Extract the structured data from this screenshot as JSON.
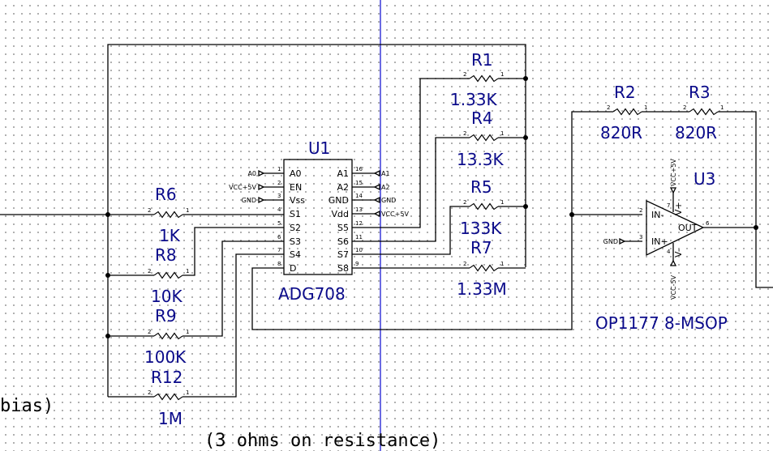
{
  "u1": {
    "ref": "U1",
    "value": "ADG708",
    "left_pins": [
      {
        "num": "1",
        "name": "A0",
        "net": "A0"
      },
      {
        "num": "2",
        "name": "EN",
        "net": "VCC+5V"
      },
      {
        "num": "3",
        "name": "Vss",
        "net": "GND"
      },
      {
        "num": "4",
        "name": "S1",
        "net": ""
      },
      {
        "num": "5",
        "name": "S2",
        "net": ""
      },
      {
        "num": "6",
        "name": "S3",
        "net": ""
      },
      {
        "num": "7",
        "name": "S4",
        "net": ""
      },
      {
        "num": "8",
        "name": "D",
        "net": ""
      }
    ],
    "right_pins": [
      {
        "num": "16",
        "name": "A1",
        "net": "A1"
      },
      {
        "num": "15",
        "name": "A2",
        "net": "A2"
      },
      {
        "num": "14",
        "name": "GND",
        "net": "GND"
      },
      {
        "num": "13",
        "name": "Vdd",
        "net": "VCC+5V"
      },
      {
        "num": "12",
        "name": "S5",
        "net": ""
      },
      {
        "num": "11",
        "name": "S6",
        "net": ""
      },
      {
        "num": "10",
        "name": "S7",
        "net": ""
      },
      {
        "num": "9",
        "name": "S8",
        "net": ""
      }
    ]
  },
  "u3": {
    "ref": "U3",
    "value": "OP1177 8-MSOP",
    "pins": {
      "in_minus": {
        "num": "2",
        "name": "IN-"
      },
      "in_plus": {
        "num": "3",
        "name": "IN+",
        "net": "GND"
      },
      "out": {
        "num": "6",
        "name": "OUT"
      },
      "vplus": {
        "num": "7",
        "name": "V+",
        "net": "VCC+5V"
      },
      "vminus": {
        "num": "4",
        "name": "V-",
        "net": "VCC-5V"
      }
    }
  },
  "resistors": [
    {
      "ref": "R1",
      "value": "1.33K"
    },
    {
      "ref": "R4",
      "value": "13.3K"
    },
    {
      "ref": "R5",
      "value": "133K"
    },
    {
      "ref": "R7",
      "value": "1.33M"
    },
    {
      "ref": "R6",
      "value": "1K"
    },
    {
      "ref": "R8",
      "value": "10K"
    },
    {
      "ref": "R9",
      "value": "100K"
    },
    {
      "ref": "R12",
      "value": "1M"
    },
    {
      "ref": "R2",
      "value": "820R"
    },
    {
      "ref": "R3",
      "value": "820R"
    }
  ],
  "resistor_pins": {
    "a": "2",
    "b": "1"
  },
  "notes": {
    "bias": "bias)",
    "on_resistance": "(3 ohms on resistance)"
  }
}
